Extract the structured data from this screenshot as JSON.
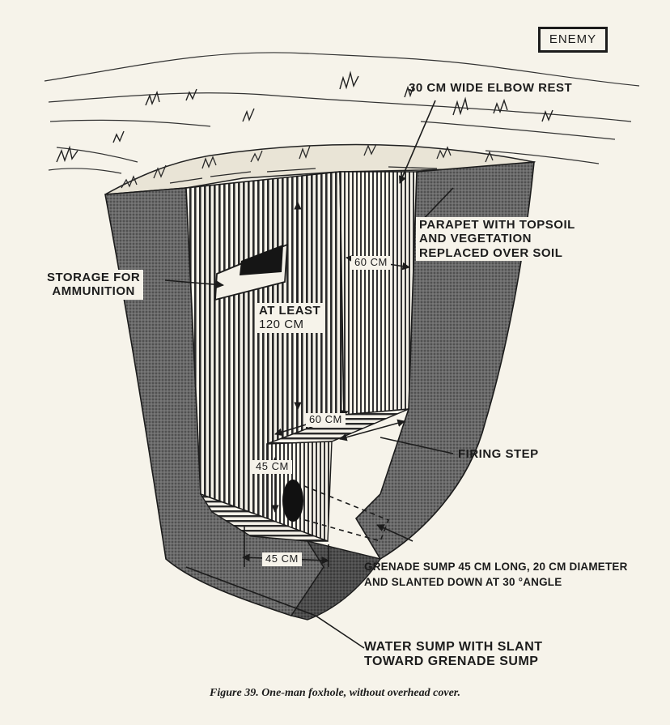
{
  "figure": {
    "enemy_label": "ENEMY",
    "caption": "Figure 39. One-man foxhole, without overhead cover.",
    "labels": {
      "elbow_rest": "30 CM WIDE ELBOW REST",
      "parapet_1": "PARAPET WITH TOPSOIL",
      "parapet_2": "AND VEGETATION",
      "parapet_3": "REPLACED OVER SOIL",
      "storage_1": "STORAGE FOR",
      "storage_2": "AMMUNITION",
      "width_top": "60 CM",
      "depth_1": "AT LEAST",
      "depth_2": "120 CM",
      "step_width": "60 CM",
      "firing_step": "FIRING STEP",
      "step_height": "45 CM",
      "bottom_width": "45 CM",
      "grenade_1": "GRENADE SUMP 45 CM LONG, 20 CM DIAMETER",
      "grenade_2": "AND SLANTED DOWN AT 30 °ANGLE",
      "water_1": "WATER SUMP WITH SLANT",
      "water_2": "TOWARD GRENADE SUMP"
    }
  }
}
